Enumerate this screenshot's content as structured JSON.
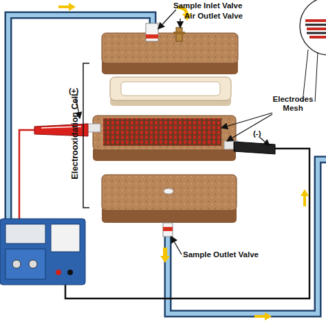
{
  "diagram": {
    "labels": [
      "Sample Inlet Valve",
      "Air Outlet Valve",
      "Electrooxidation Cell",
      "(+)",
      "Electrodes Mesh",
      "(-)",
      "Sample Outlet Valve"
    ]
  }
}
